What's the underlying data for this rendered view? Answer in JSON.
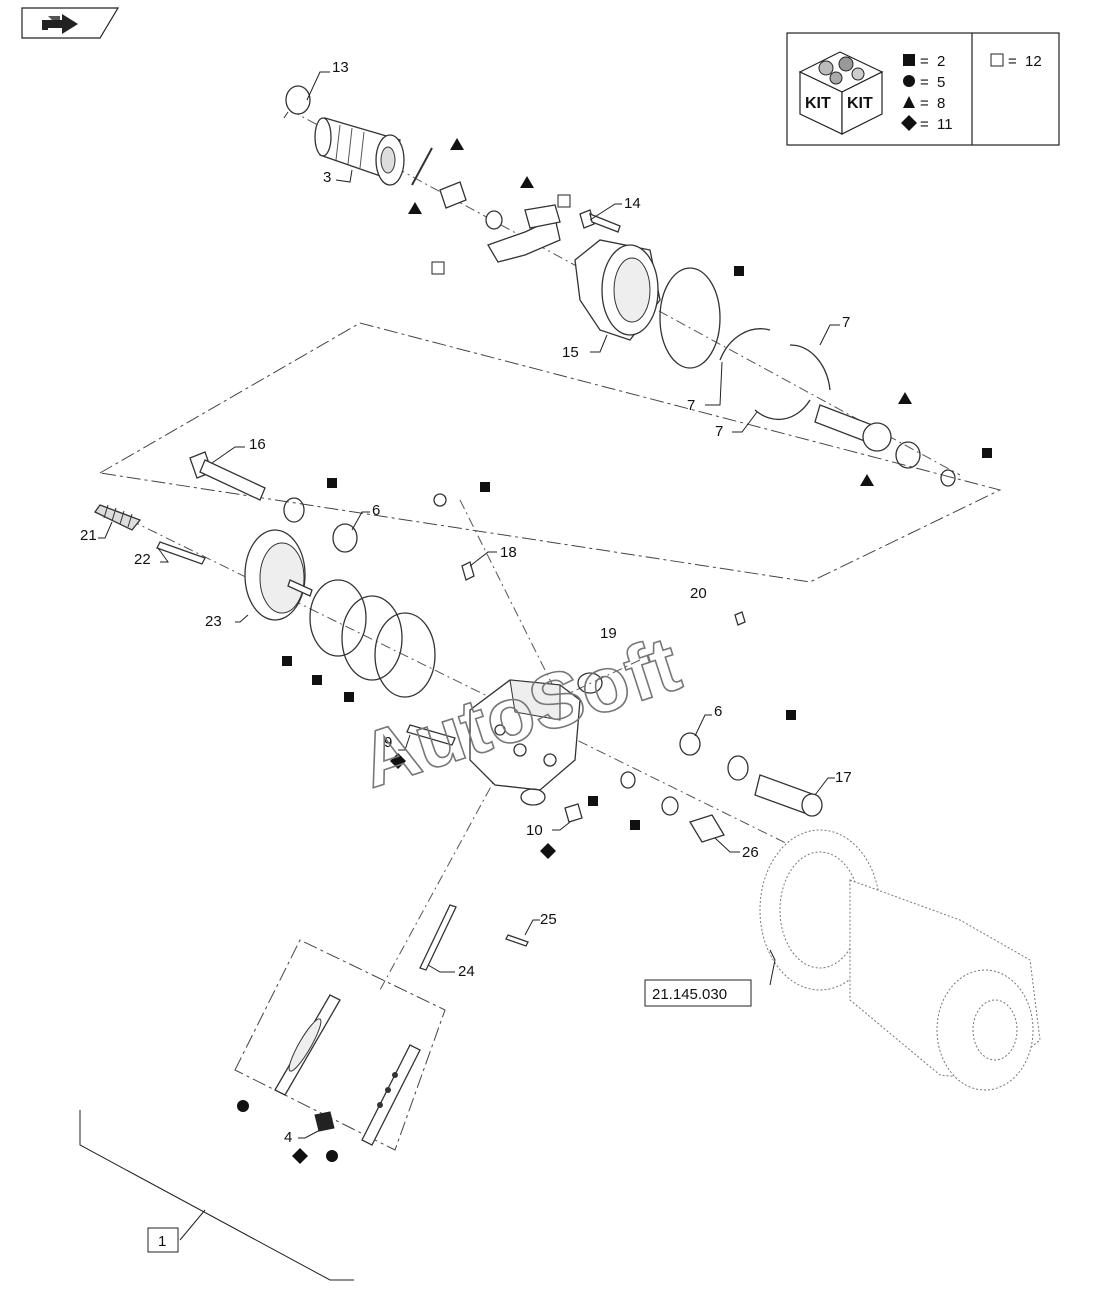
{
  "nav": {
    "icon": "forward-arrow-icon"
  },
  "kit_legend": {
    "kit_label_left": "KIT",
    "kit_label_right": "KIT",
    "entries": [
      {
        "symbol": "square-filled",
        "sign": "=",
        "value": "2"
      },
      {
        "symbol": "circle-filled",
        "sign": "=",
        "value": "5"
      },
      {
        "symbol": "triangle-filled",
        "sign": "=",
        "value": "8"
      },
      {
        "symbol": "diamond-filled",
        "sign": "=",
        "value": "11"
      },
      {
        "symbol": "square-open",
        "sign": "=",
        "value": "12"
      }
    ]
  },
  "callouts": {
    "p13": "13",
    "p3": "3",
    "p14": "14",
    "p15": "15",
    "p7a": "7",
    "p7b": "7",
    "p7c": "7",
    "p16": "16",
    "p21": "21",
    "p22": "22",
    "p6a": "6",
    "p6b": "6",
    "p18": "18",
    "p20": "20",
    "p19": "19",
    "p23": "23",
    "p9": "9",
    "p17": "17",
    "p10": "10",
    "p26": "26",
    "p25": "25",
    "p24": "24",
    "p4": "4",
    "p1": "1",
    "ref": "21.145.030"
  },
  "kit_markers": {
    "square_filled": "2",
    "circle_filled": "5",
    "diamond_filled": "11"
  },
  "watermark": "AutoSoft"
}
